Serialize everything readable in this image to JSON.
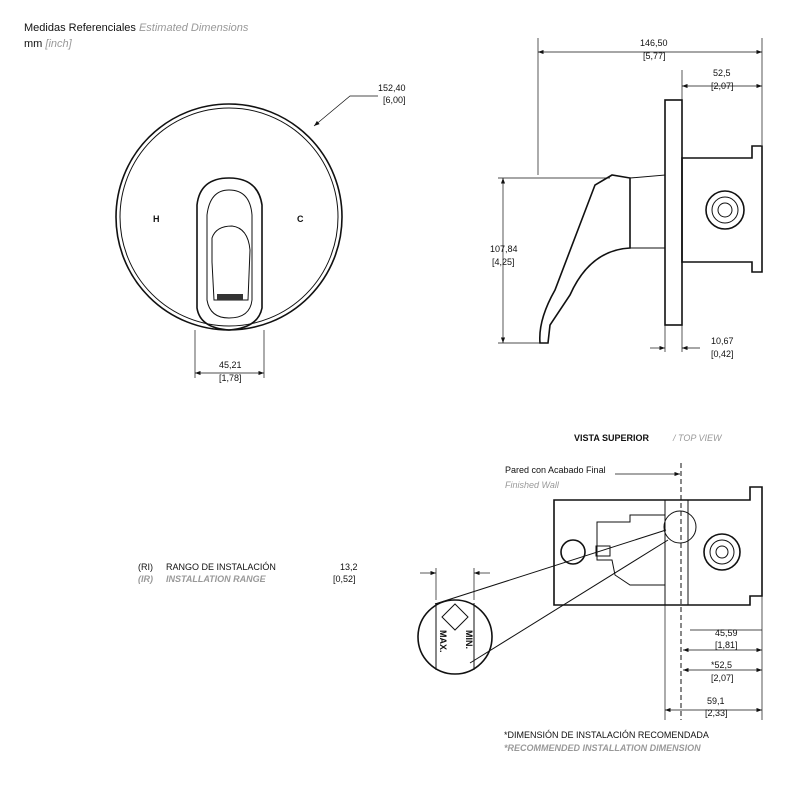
{
  "header": {
    "title": "Medidas Referenciales",
    "title_en": "Estimated Dimensions",
    "unit": "mm",
    "unit_en": "[inch]"
  },
  "front_view": {
    "diameter_mm": "152,40",
    "diameter_in": "[6,00]",
    "handle_width_mm": "45,21",
    "handle_width_in": "[1,78]",
    "hot_label": "H",
    "cold_label": "C"
  },
  "side_view": {
    "depth_mm": "146,50",
    "depth_in": "[5,77]",
    "body_mm": "52,5",
    "body_in": "[2,07]",
    "height_mm": "107,84",
    "height_in": "[4,25]",
    "plate_mm": "10,67",
    "plate_in": "[0,42]"
  },
  "top_view": {
    "title": "VISTA SUPERIOR",
    "title_en": "/ TOP VIEW",
    "wall_label": "Pared con Acabado Final",
    "wall_label_en": "Finished Wall",
    "dim1_mm": "45,59",
    "dim1_in": "[1,81]",
    "dim2_mm": "*52,5",
    "dim2_in": "[2,07]",
    "dim3_mm": "59,1",
    "dim3_in": "[2,33]",
    "range_mm": "13,2",
    "range_in": "[0,52]",
    "min_label": "MIN.",
    "max_label": "MAX."
  },
  "range_legend": {
    "abbr": "(RI)",
    "text": "RANGO DE INSTALACIÓN",
    "abbr_en": "(IR)",
    "text_en": "INSTALLATION RANGE"
  },
  "footnote": {
    "text": "*DIMENSIÓN DE INSTALACIÓN RECOMENDADA",
    "text_en": "*RECOMMENDED INSTALLATION DIMENSION"
  }
}
